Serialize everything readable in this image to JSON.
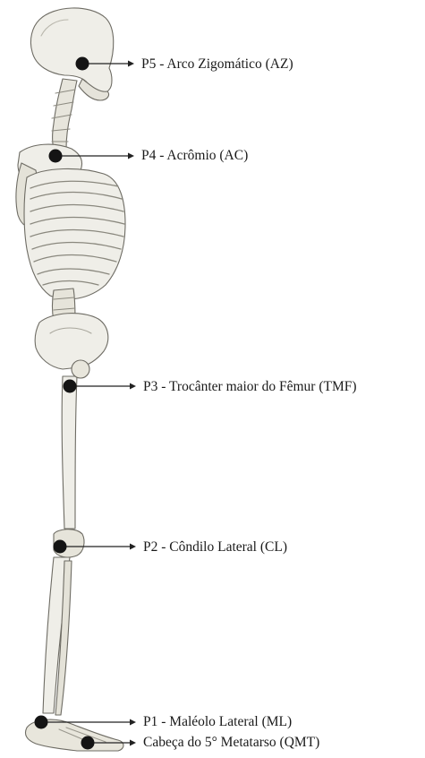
{
  "figure": {
    "points": [
      {
        "id": "p5",
        "label": "P5 - Arco Zigomático  (AZ)"
      },
      {
        "id": "p4",
        "label": "P4 - Acrômio (AC)"
      },
      {
        "id": "p3",
        "label": "P3 - Trocânter maior do Fêmur (TMF)"
      },
      {
        "id": "p2",
        "label": "P2 - Côndilo Lateral (CL)"
      },
      {
        "id": "p1",
        "label": "P1 - Maléolo Lateral (ML)"
      },
      {
        "id": "p0",
        "label": "Cabeça do 5° Metatarso (QMT)"
      }
    ],
    "colors": {
      "bone": "#efeee8",
      "bone_shade": "#d9d7cd",
      "outline": "#6e6c64",
      "marker": "#141414",
      "arrow": "#222222"
    }
  }
}
